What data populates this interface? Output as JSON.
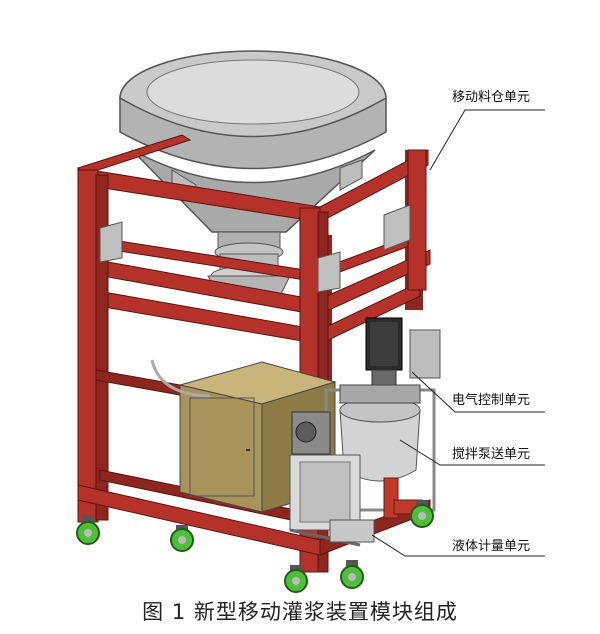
{
  "labels": {
    "hopper": "移动料仓单元",
    "control": "电气控制单元",
    "pump": "搅拌泵送单元",
    "metering": "液体计量单元"
  },
  "caption": "图 1  新型移动灌浆装置模块组成",
  "colors": {
    "frame": "#b5322a",
    "frame_dark": "#7c1f1a",
    "hopper": "#c9c9c9",
    "hopper_dark": "#9d9d9d",
    "box": "#a8945a",
    "wheel": "#4fbf3a",
    "motor": "#2b2b2b"
  }
}
